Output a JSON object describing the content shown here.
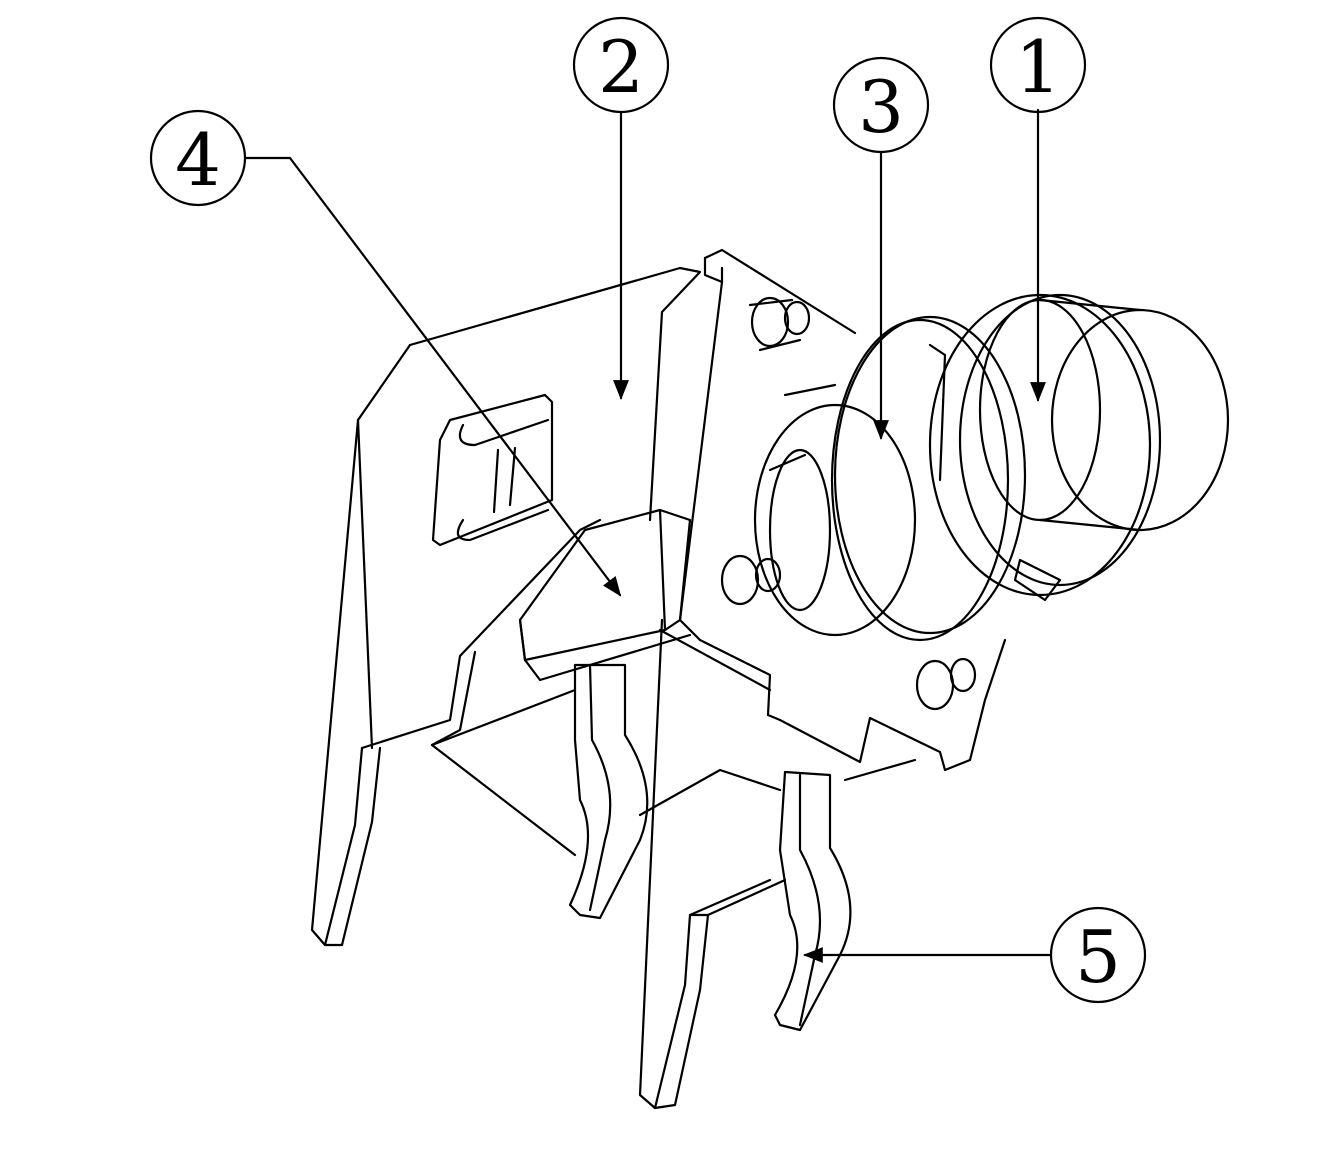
{
  "diagram": {
    "callouts": [
      {
        "id": "1",
        "label": "1",
        "part": "button-cap"
      },
      {
        "id": "2",
        "label": "2",
        "part": "metal-bracket-front-face"
      },
      {
        "id": "3",
        "label": "3",
        "part": "collar-ring"
      },
      {
        "id": "4",
        "label": "4",
        "part": "switch-base-body"
      },
      {
        "id": "5",
        "label": "5",
        "part": "terminal-pin"
      }
    ],
    "colors": {
      "line": "#000000",
      "background": "#ffffff"
    }
  }
}
